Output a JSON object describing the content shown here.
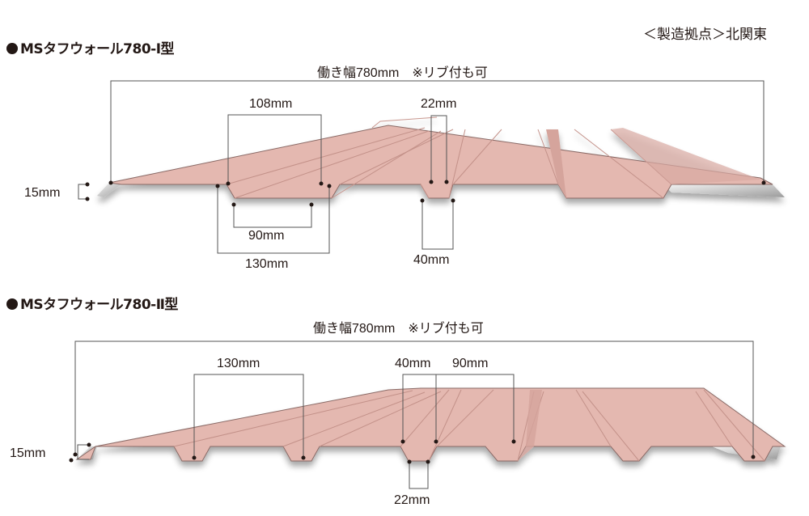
{
  "header": {
    "plant_label": "＜製造拠点＞北関東"
  },
  "colors": {
    "panel_face": "#e4b8b0",
    "panel_shade": "#d5a49c",
    "panel_edge": "#8a6a66",
    "underside": "#cfcfd2",
    "dimension_line": "#555555",
    "text": "#231815"
  },
  "diagrams": [
    {
      "id": "type-1",
      "title": "MSタフウォール780-Ⅰ型",
      "working_width": "働き幅780mm　※リブ付も可",
      "dimensions": {
        "height": "15mm",
        "rib_top": "108mm",
        "rib_bottom": "90mm",
        "pitch": "130mm",
        "small_rib_top": "22mm",
        "small_rib_bottom": "40mm"
      }
    },
    {
      "id": "type-2",
      "title": "MSタフウォール780-Ⅱ型",
      "working_width": "働き幅780mm　※リブ付も可",
      "dimensions": {
        "height": "15mm",
        "pitch": "130mm",
        "rib_top": "40mm",
        "flat_width": "90mm",
        "rib_bottom": "22mm"
      }
    }
  ]
}
